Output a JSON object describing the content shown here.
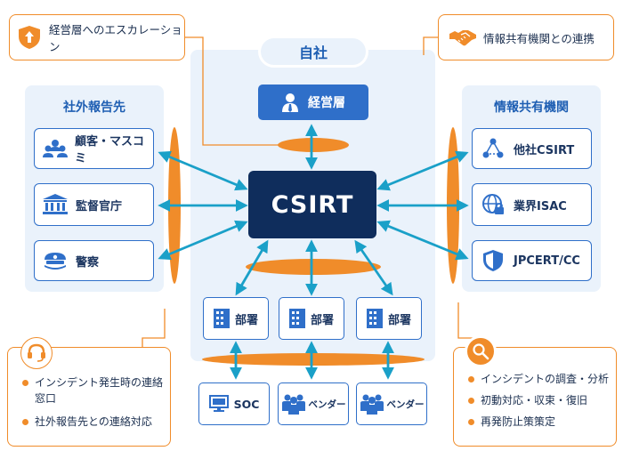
{
  "company": {
    "label": "自社"
  },
  "management": {
    "label": "経営層",
    "icon": "manager-icon"
  },
  "center": {
    "label": "CSIRT"
  },
  "left_panel": {
    "title": "社外報告先",
    "items": [
      {
        "label": "顧客・マスコミ",
        "icon": "people-icon"
      },
      {
        "label": "監督官庁",
        "icon": "government-building-icon"
      },
      {
        "label": "警察",
        "icon": "police-cap-icon"
      }
    ]
  },
  "right_panel": {
    "title": "情報共有機関",
    "items": [
      {
        "label": "他社CSIRT",
        "icon": "network-icon"
      },
      {
        "label": "業界ISAC",
        "icon": "globe-lock-icon"
      },
      {
        "label": "JPCERT/CC",
        "icon": "shield-icon"
      }
    ]
  },
  "departments": [
    {
      "label": "部署",
      "icon": "building-icon"
    },
    {
      "label": "部署",
      "icon": "building-icon"
    },
    {
      "label": "部署",
      "icon": "building-icon"
    }
  ],
  "bottom": [
    {
      "label": "SOC",
      "icon": "monitor-icon"
    },
    {
      "label": "ベンダー",
      "icon": "group-icon"
    },
    {
      "label": "ベンダー",
      "icon": "group-icon"
    }
  ],
  "callouts": {
    "escalation": {
      "text": "経営層へのエスカレーション",
      "icon": "up-arrow-shield-icon"
    },
    "sharing": {
      "text": "情報共有機関との連携",
      "icon": "handshake-icon"
    },
    "contact": {
      "icon": "headset-icon",
      "items": [
        "インシデント発生時の連絡窓口",
        "社外報告先との連絡対応"
      ]
    },
    "analysis": {
      "icon": "magnifier-icon",
      "items": [
        "インシデントの調査・分析",
        "初動対応・収束・復旧",
        "再発防止策策定"
      ]
    }
  },
  "colors": {
    "primary": "#2f6fc9",
    "navy": "#0f2d5c",
    "accent": "#f08c2a",
    "arrow": "#1aa0c8",
    "panel": "#eaf2fb"
  }
}
